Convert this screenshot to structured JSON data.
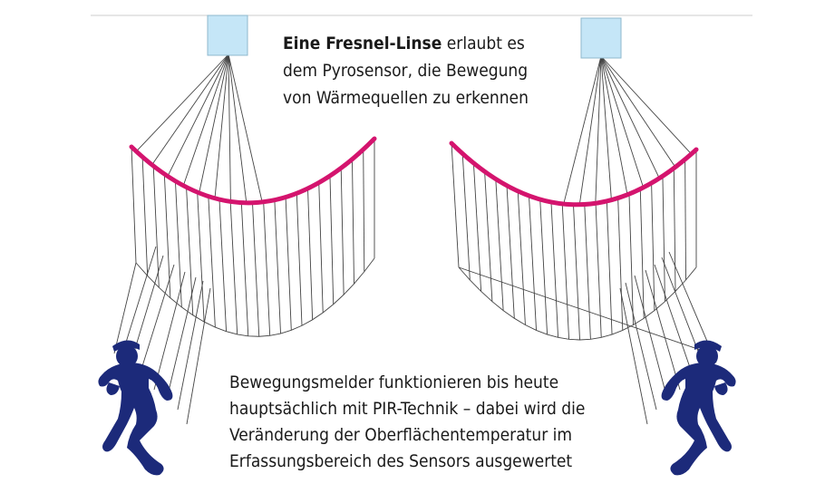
{
  "caption_top": {
    "bold": "Eine Fresnel-Linse",
    "rest_line1": " erlaubt es",
    "line2": "dem Pyrosensor, die Bewegung",
    "line3": "von Wärmequellen zu erkennen"
  },
  "caption_bottom": {
    "line1": "Bewegungsmelder funktionieren bis heute",
    "line2": "hauptsächlich mit PIR-Technik – dabei wird die",
    "line3": "Veränderung der Oberflächentemperatur im",
    "line4": "Erfassungsbereich des Sensors ausgewertet"
  },
  "colors": {
    "sensor_fill": "#c5e6f7",
    "lens_arc": "#d4146e",
    "figure": "#1c2a7a",
    "lines": "#444444",
    "top_rule": "#cccccc"
  },
  "icons": {
    "sensor": "square-sensor-icon",
    "person": "running-person-icon"
  }
}
